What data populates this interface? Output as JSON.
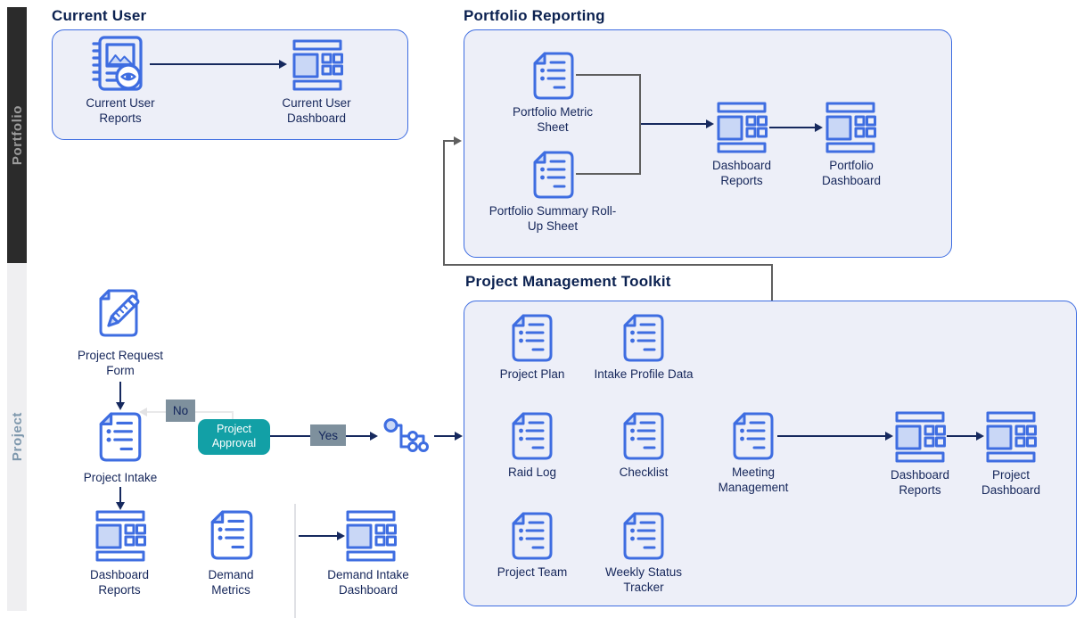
{
  "lanes": {
    "portfolio": {
      "label": "Portfolio"
    },
    "project": {
      "label": "Project"
    }
  },
  "groups": {
    "current_user": {
      "title": "Current User",
      "reports": "Current User Reports",
      "dashboard": "Current User Dashboard"
    },
    "portfolio_reporting": {
      "title": "Portfolio Reporting",
      "metric_sheet": "Portfolio Metric Sheet",
      "rollup_sheet": "Portfolio Summary Roll-Up Sheet",
      "dashboard_reports": "Dashboard Reports",
      "portfolio_dashboard": "Portfolio Dashboard"
    },
    "toolkit": {
      "title": "Project Management Toolkit",
      "project_plan": "Project Plan",
      "intake_profile": "Intake Profile Data",
      "raid_log": "Raid Log",
      "checklist": "Checklist",
      "meeting_mgmt": "Meeting Management",
      "dashboard_reports": "Dashboard Reports",
      "project_dashboard": "Project Dashboard",
      "project_team": "Project Team",
      "weekly_status": "Weekly Status Tracker"
    }
  },
  "flow": {
    "request_form": "Project Request Form",
    "project_intake": "Project Intake",
    "dashboard_reports": "Dashboard Reports",
    "demand_metrics": "Demand Metrics",
    "demand_intake_dashboard": "Demand Intake Dashboard",
    "approval": "Project Approval",
    "yes": "Yes",
    "no": "No"
  },
  "colors": {
    "accent_blue": "#3e6de1",
    "icon_fill_light": "#c9d7f6",
    "navy_text": "#13265c",
    "title_navy": "#0b2150",
    "teal": "#12a0a6",
    "badge_gray": "#7e909d",
    "lane_dark": "#2b2b2b",
    "lane_light": "#efeff1",
    "container_fill": "#edeff8",
    "connector_gray": "#5f5f5f"
  }
}
